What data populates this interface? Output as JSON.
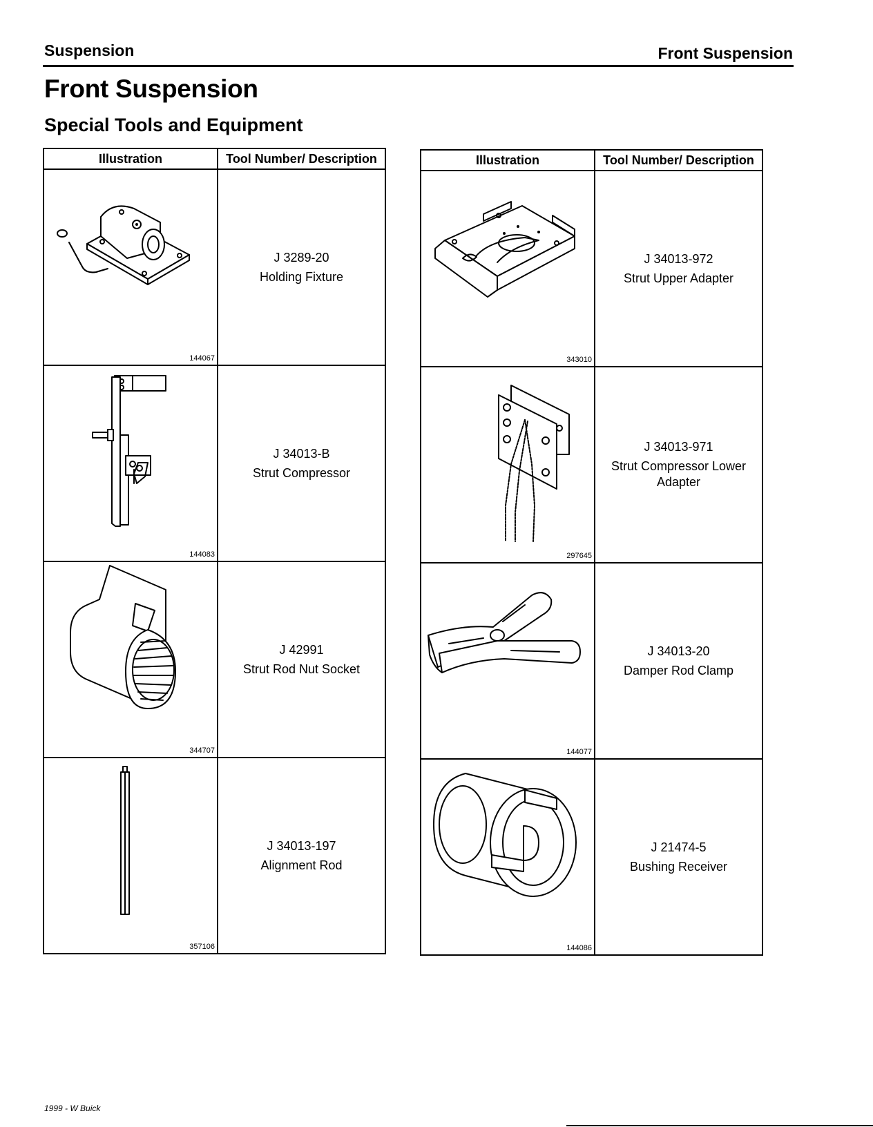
{
  "header": {
    "left": "Suspension",
    "right": "Front Suspension"
  },
  "page_title": "Front Suspension",
  "section_title": "Special Tools and Equipment",
  "tables": [
    {
      "col_headers": [
        "Illustration",
        "Tool Number/ Description"
      ],
      "rows": [
        {
          "figure_id": "144067",
          "tool_number": "J 3289-20",
          "description": "Holding Fixture"
        },
        {
          "figure_id": "144083",
          "tool_number": "J 34013-B",
          "description": "Strut Compressor"
        },
        {
          "figure_id": "344707",
          "tool_number": "J 42991",
          "description": "Strut Rod Nut Socket"
        },
        {
          "figure_id": "357106",
          "tool_number": "J 34013-197",
          "description": "Alignment Rod"
        }
      ]
    },
    {
      "col_headers": [
        "Illustration",
        "Tool Number/ Description"
      ],
      "rows": [
        {
          "figure_id": "343010",
          "tool_number": "J 34013-972",
          "description": "Strut Upper Adapter"
        },
        {
          "figure_id": "297645",
          "tool_number": "J 34013-971",
          "description": "Strut Compressor Lower Adapter"
        },
        {
          "figure_id": "144077",
          "tool_number": "J 34013-20",
          "description": "Damper Rod Clamp"
        },
        {
          "figure_id": "144086",
          "tool_number": "J 21474-5",
          "description": "Bushing Receiver"
        }
      ]
    }
  ],
  "footer": "1999 - W Buick"
}
